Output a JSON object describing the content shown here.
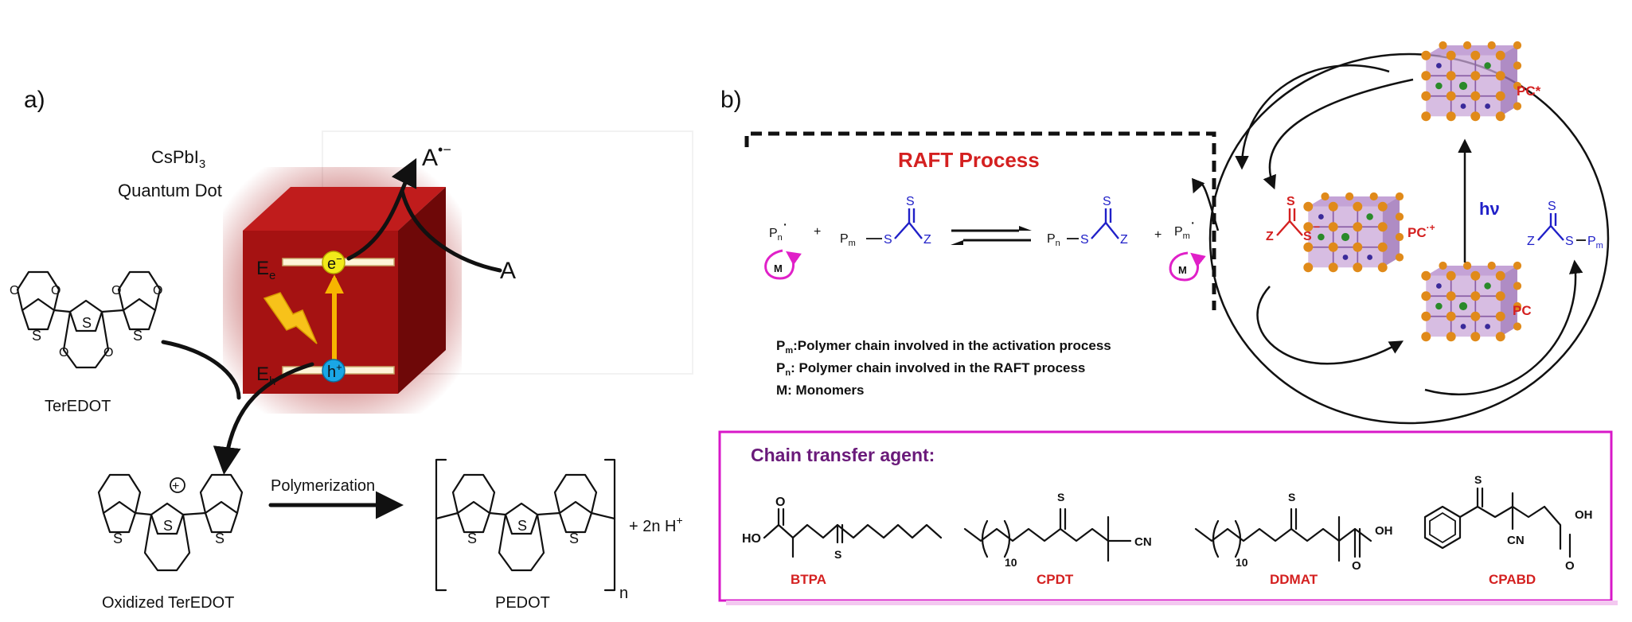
{
  "panel_a": {
    "label": "a)",
    "qd_line1": "CsPbI",
    "qd_sub": "3",
    "qd_line2": "Quantum Dot",
    "acceptor_radical": "A",
    "acceptor_sup": "•−",
    "acceptor": "A",
    "level_e": "E",
    "level_e_sub": "e",
    "level_h": "E",
    "level_h_sub": "h",
    "electron": "e",
    "electron_sup": "−",
    "hole": "h",
    "hole_sup": "+",
    "monomer_label": "TerEDOT",
    "oxidized_label": "Oxidized TerEDOT",
    "plus_charge": "+",
    "polymerization": "Polymerization",
    "polymer_label": "PEDOT",
    "polymer_subscript": "n",
    "byproduct": "+   2n H",
    "byproduct_sup": "+",
    "sulfur": "S",
    "oxygen": "O",
    "colors": {
      "cube_front": "#a51212",
      "cube_side": "#6e0808",
      "cube_top": "#c02020",
      "electron": "#f2ea1a",
      "hole": "#1aa7e6",
      "excitation": "#f7b500"
    }
  },
  "panel_b": {
    "label": "b)",
    "raft_title": "RAFT Process",
    "pn": "P",
    "pn_sub": "n",
    "pm": "P",
    "pm_sub": "m",
    "radical_dot": "·",
    "monomer_M": "M",
    "plus": "+",
    "s": "S",
    "z": "Z",
    "s_minus": "−",
    "pc": "PC",
    "pc_star": "PC*",
    "pc_radical_cation": "PC",
    "pc_radical_sup": "·+",
    "hv": "hν",
    "legend_pm_suffix": ":Polymer chain involved in the activation process",
    "legend_pn_suffix": ": Polymer chain involved in the RAFT process",
    "legend_m": "M:  Monomers",
    "cta_title": "Chain transfer agent:",
    "cta": [
      "BTPA",
      "CPDT",
      "DDMAT",
      "CPABD"
    ],
    "cta_labels": {
      "ho": "HO",
      "oh": "OH",
      "o": "O",
      "cn": "CN",
      "ten": "10"
    },
    "colors": {
      "title_red": "#d42020",
      "blue": "#2020c8",
      "magenta": "#e020c8",
      "box_border": "#d818c8",
      "purple": "#6a1a7a"
    }
  }
}
